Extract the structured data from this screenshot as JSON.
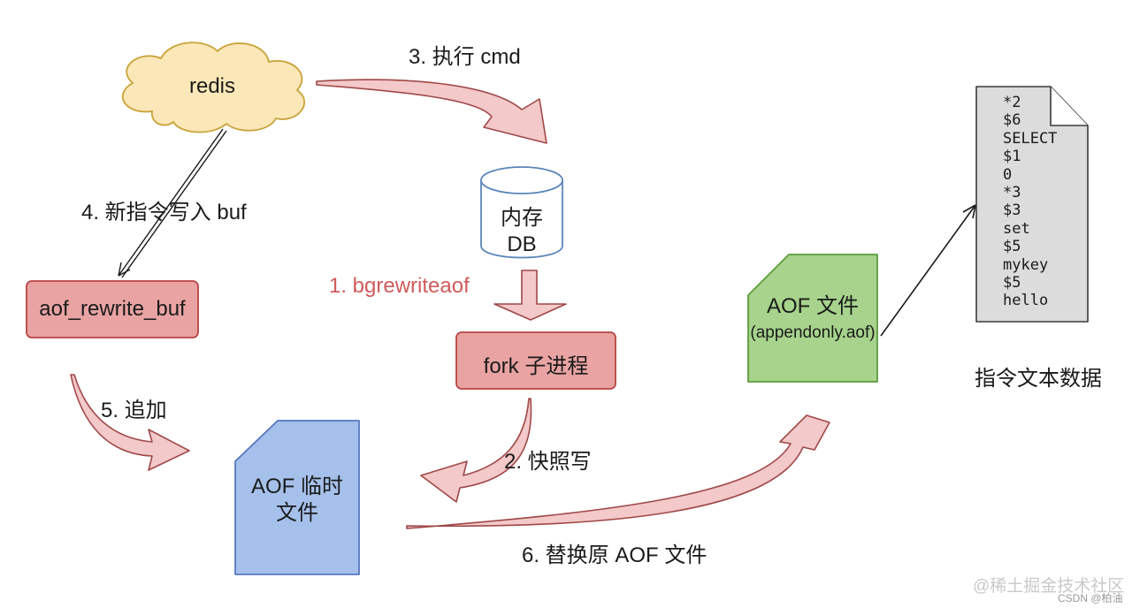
{
  "colors": {
    "cloud_fill": "#fbe7b8",
    "cloud_stroke": "#c9a238",
    "db_fill": "#ffffff",
    "db_stroke": "#5b86b8",
    "red_box_fill": "#e9a3a3",
    "red_box_stroke": "#b84444",
    "green_file_fill": "#a7d38c",
    "green_file_stroke": "#5c9c3c",
    "blue_file_fill": "#a5c0ea",
    "blue_file_stroke": "#5578c0",
    "arrow_fill": "#f3c9c9",
    "arrow_stroke": "#a04848",
    "doc_fill": "#dcdcdc",
    "step1_text": "#d05a5a"
  },
  "nodes": {
    "redis": "redis",
    "memory_db_line1": "内存",
    "memory_db_line2": "DB",
    "aof_rewrite_buf": "aof_rewrite_buf",
    "fork_child": "fork 子进程",
    "aof_file_line1": "AOF 文件",
    "aof_file_line2": "(appendonly.aof)",
    "aof_temp_line1": "AOF 临时",
    "aof_temp_line2": "文件"
  },
  "steps": {
    "step1": "1. bgrewriteaof",
    "step2": "2. 快照写",
    "step3": "3. 执行 cmd",
    "step4": "4. 新指令写入 buf",
    "step5": "5. 追加",
    "step6": "6. 替换原 AOF 文件"
  },
  "document": {
    "lines": [
      "*2",
      "$6",
      "SELECT",
      "$1",
      "0",
      "*3",
      "$3",
      "set",
      "$5",
      "mykey",
      "$5",
      "hello"
    ],
    "caption": "指令文本数据"
  },
  "watermark": {
    "main": "@稀土掘金技术社区",
    "sub": "CSDN @柏油"
  }
}
